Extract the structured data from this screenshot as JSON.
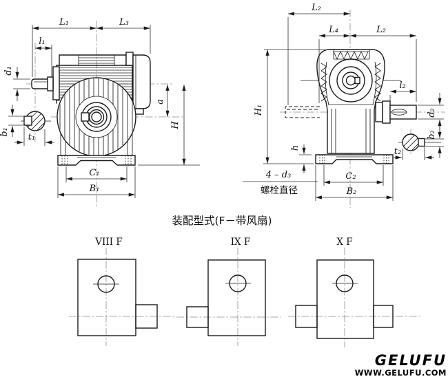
{
  "colors": {
    "background": "#ffffff",
    "line": "#1b1b1b",
    "dimension": "#2a2a2a",
    "centerline": "#8a8a8a",
    "logo": "#000000"
  },
  "caption": "装配型式(F－带风扇)",
  "left_view": {
    "description": "worm gear reducer front view",
    "labels": {
      "L1": "L₁",
      "L3": "L₃",
      "l1": "l₁",
      "d1": "d₁",
      "b1": "b₁",
      "t1": "t₁",
      "a": "a",
      "H": "H",
      "C1": "C₁",
      "B1": "B₁"
    }
  },
  "right_view": {
    "description": "worm gear reducer side view",
    "labels": {
      "L2_top": "L₂",
      "L4": "L₄",
      "L2_right": "L₂",
      "H1": "H₁",
      "l2": "l₂",
      "d2": "d₂",
      "b2": "b₂",
      "t2": "t₂",
      "h": "h",
      "C2": "C₂",
      "B2": "B₂"
    },
    "bolt_note": {
      "line1": "4 – d₃",
      "line2": "螺栓直径"
    }
  },
  "figures": [
    {
      "label": "VIII F"
    },
    {
      "label": "IX F"
    },
    {
      "label": "X F"
    }
  ],
  "logo": {
    "brand": "GELUFU",
    "website": "WWW.GELUFU.COM"
  }
}
